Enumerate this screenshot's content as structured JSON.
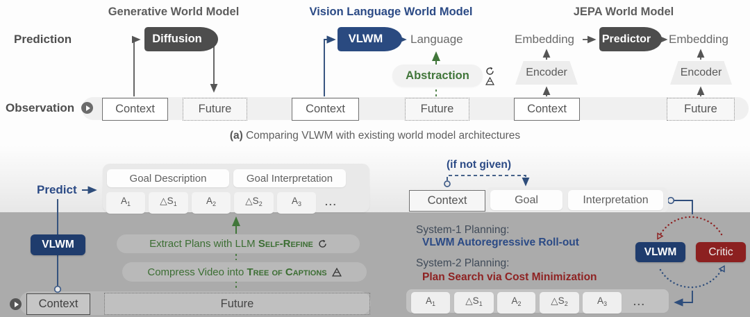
{
  "top": {
    "labels": {
      "prediction": "Prediction",
      "observation": "Observation"
    },
    "generative": {
      "title": "Generative World Model",
      "model": "Diffusion",
      "context": "Context",
      "future": "Future"
    },
    "vlwm": {
      "title": "Vision Language World Model",
      "model": "VLWM",
      "language": "Language",
      "abstraction": "Abstraction",
      "context": "Context",
      "future": "Future"
    },
    "jepa": {
      "title": "JEPA World Model",
      "embedding_left": "Embedding",
      "predictor": "Predictor",
      "embedding_right": "Embedding",
      "encoder_left": "Encoder",
      "encoder_right": "Encoder",
      "context": "Context",
      "future": "Future"
    },
    "caption_bold": "(a)",
    "caption_rest": " Comparing VLWM with existing world model architectures"
  },
  "bottom": {
    "predict": "Predict",
    "vlwm": "VLWM",
    "context": "Context",
    "future": "Future",
    "goal_description": "Goal Description",
    "goal_interpretation": "Goal Interpretation",
    "seq": {
      "a": "A",
      "ds": "△S",
      "sub1": "1",
      "sub2": "2",
      "sub3": "3",
      "ellipsis": "..."
    },
    "pill1_prefix": "Extract Plans with LLM ",
    "pill1_caps": "Self-Refine",
    "pill2_prefix": "Compress Video into ",
    "pill2_caps": "Tree of Captions",
    "right": {
      "if_not_given": "(if not given)",
      "context": "Context",
      "goal": "Goal",
      "interpretation": "Interpretation",
      "system1_label": "System-1 Planning:",
      "system1_value": "VLWM Autoregressive Roll-out",
      "system2_label": "System-2 Planning:",
      "system2_value": "Plan Search via Cost Minimization",
      "vlwm": "VLWM",
      "critic": "Critic"
    }
  }
}
